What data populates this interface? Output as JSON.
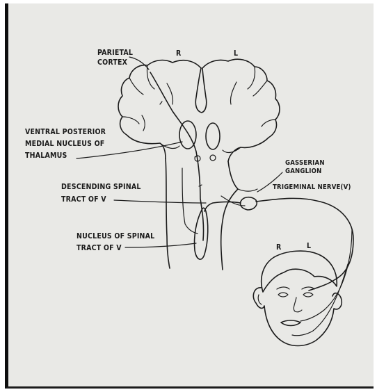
{
  "diagram": {
    "labels": {
      "parietal_line1": "PARIETAL",
      "parietal_line2": "CORTEX",
      "side_r": "R",
      "side_l": "L",
      "vpm_line1": "VENTRAL POSTERIOR",
      "vpm_line2": "MEDIAL NUCLEUS OF",
      "vpm_line3": "THALAMUS",
      "gasserian_line1": "GASSERIAN",
      "gasserian_line2": "GANGLION",
      "trigeminal": "TRIGEMINAL NERVE(V)",
      "descending_line1": "DESCENDING SPINAL",
      "descending_line2": "TRACT OF V",
      "nucleus_line1": "NUCLEUS OF SPINAL",
      "nucleus_line2": "TRACT OF V",
      "face_r": "R",
      "face_l": "L"
    }
  }
}
